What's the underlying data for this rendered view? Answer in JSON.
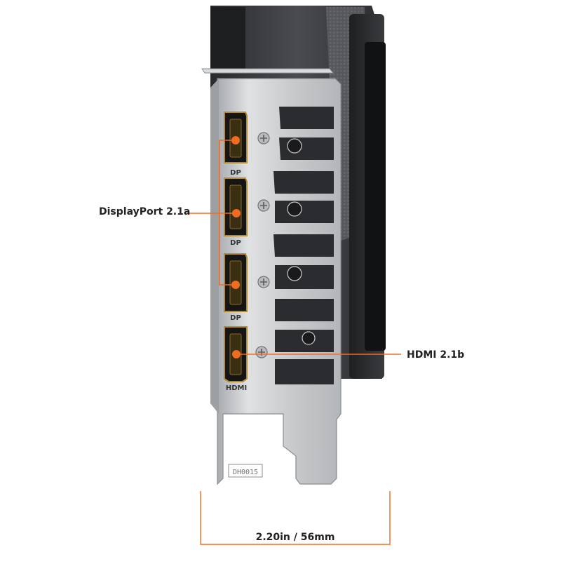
{
  "callouts": {
    "displayport": "DisplayPort 2.1a",
    "hdmi": "HDMI 2.1b"
  },
  "port_labels": {
    "dp": "DP",
    "hdmi": "HDMI"
  },
  "bracket_stamp": "DH0015",
  "dimension": {
    "width_label": "2.20in / 56mm"
  },
  "colors": {
    "accent": "#f26b21",
    "bracket": "#c9cbcd",
    "shroud": "#3a3b3f",
    "port_gold": "#b38a2e",
    "background": "#ffffff"
  },
  "icons": [
    "screw-icon",
    "displayport-port-icon",
    "hdmi-port-icon"
  ]
}
